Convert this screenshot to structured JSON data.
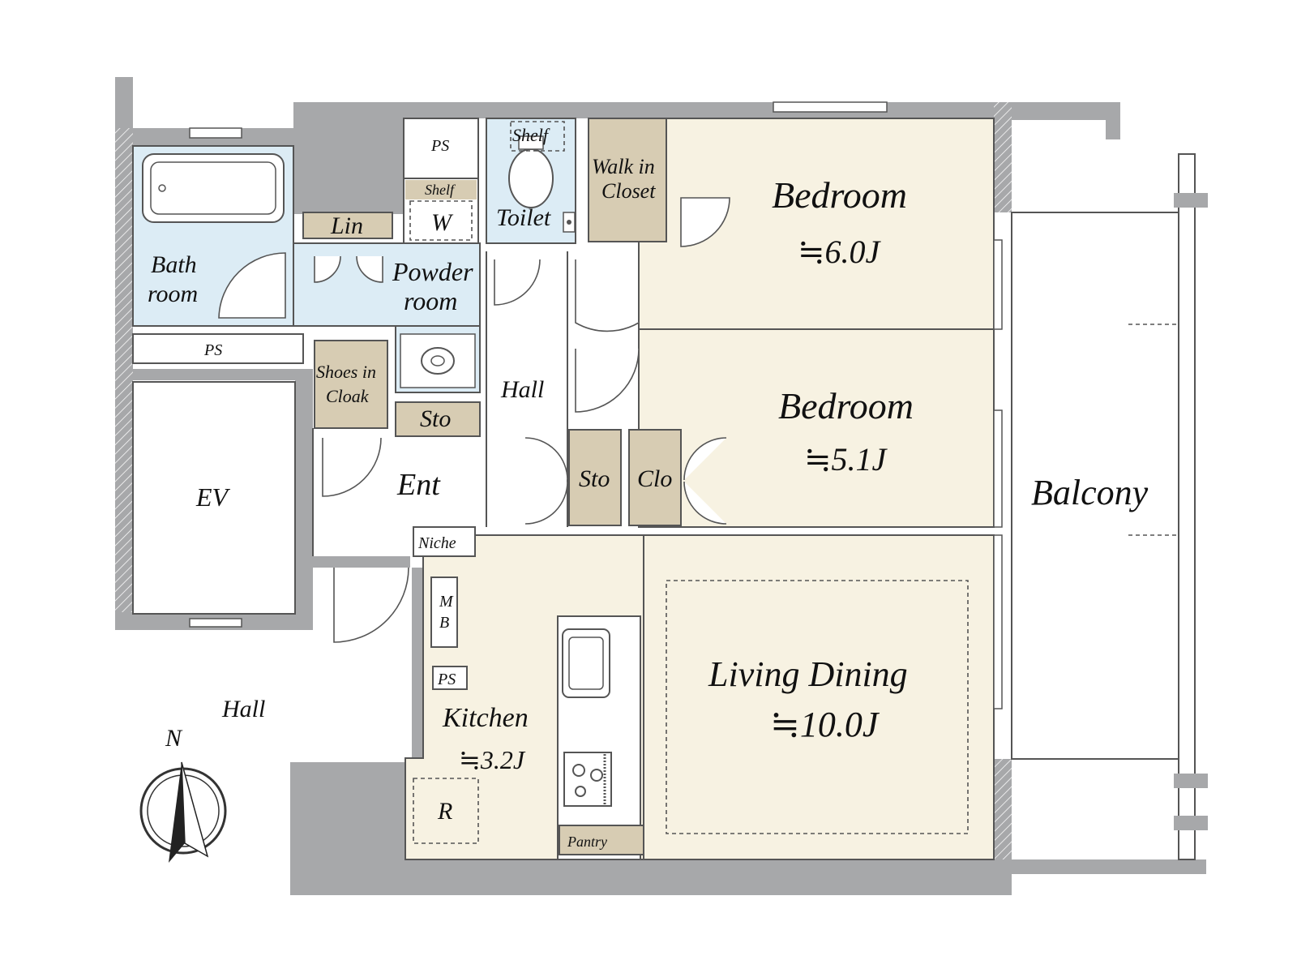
{
  "colors": {
    "wall": "#a7a8aa",
    "living_room_fill": "#f7f2e2",
    "wet_area_fill": "#dcecf5",
    "storage_fill": "#d7ccb3",
    "plain_fill": "#ffffff",
    "line": "#555555"
  },
  "rooms": {
    "bedroom1": {
      "name": "Bedroom",
      "area": "≒6.0J"
    },
    "bedroom2": {
      "name": "Bedroom",
      "area": "≒5.1J"
    },
    "living": {
      "name": "Living Dining",
      "area": "≒10.0J"
    },
    "kitchen": {
      "name": "Kitchen",
      "area": "≒3.2J"
    },
    "balcony": "Balcony",
    "walkin_line1": "Walk in",
    "walkin_line2": "Closet",
    "toilet": "Toilet",
    "shelf_toilet": "Shelf",
    "shelf_wash": "Shelf",
    "washer": "W",
    "ps_top": "PS",
    "lin": "Lin",
    "bath_line1": "Bath",
    "bath_line2": "room",
    "powder_line1": "Powder",
    "powder_line2": "room",
    "ps_bath": "PS",
    "shoes_line1": "Shoes in",
    "shoes_line2": "Cloak",
    "sto_entry": "Sto",
    "hall_inner": "Hall",
    "sto_bedroom": "Sto",
    "clo": "Clo",
    "ent": "Ent",
    "niche": "Niche",
    "mb_line1": "M",
    "mb_line2": "B",
    "ps_kitchen": "PS",
    "ev": "EV",
    "hall_outer": "Hall",
    "fridge": "R",
    "pantry": "Pantry",
    "compass_north": "N"
  },
  "icons": [
    "bathtub-icon",
    "toilet-icon",
    "sink-icon",
    "kitchen-sink-icon",
    "stove-icon",
    "compass-icon"
  ]
}
